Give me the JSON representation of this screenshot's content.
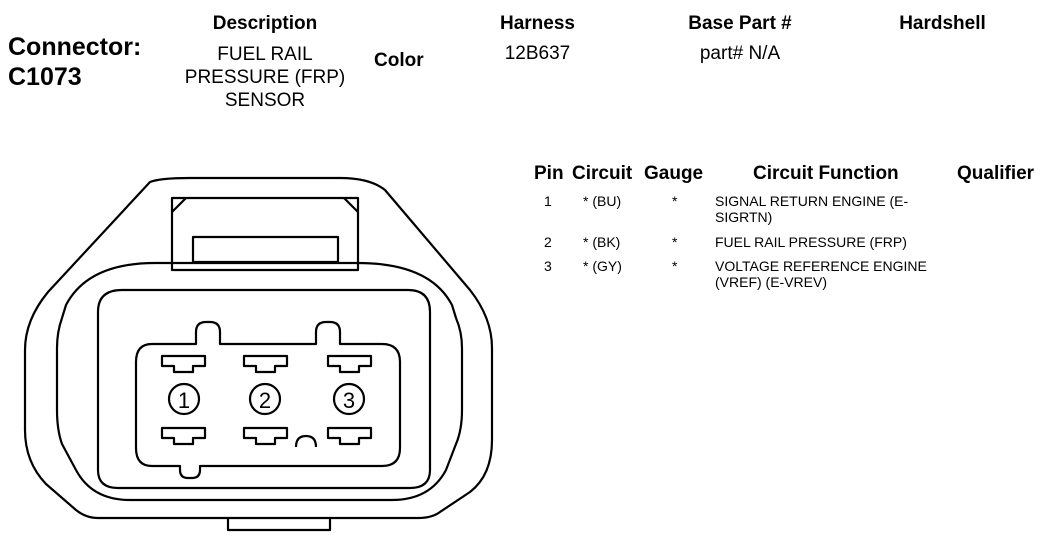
{
  "connector": {
    "label_line1": "Connector:",
    "label_line2": "C1073"
  },
  "header": {
    "description_label": "Description",
    "description_value": "FUEL RAIL PRESSURE (FRP) SENSOR",
    "color_label": "Color",
    "harness_label": "Harness",
    "harness_value": "12B637",
    "base_part_label": "Base Part #",
    "base_part_value": "part# N/A",
    "hardshell_label": "Hardshell"
  },
  "pin_table": {
    "columns": [
      "Pin",
      "Circuit",
      "Gauge",
      "Circuit Function",
      "Qualifier"
    ],
    "rows": [
      {
        "pin": "1",
        "circuit": "* (BU)",
        "gauge": "*",
        "function": "SIGNAL RETURN ENGINE (E-SIGRTN)",
        "qualifier": ""
      },
      {
        "pin": "2",
        "circuit": "* (BK)",
        "gauge": "*",
        "function": "FUEL RAIL PRESSURE (FRP)",
        "qualifier": ""
      },
      {
        "pin": "3",
        "circuit": "* (GY)",
        "gauge": "*",
        "function": "VOLTAGE REFERENCE ENGINE (VREF) (E-VREV)",
        "qualifier": ""
      }
    ]
  },
  "diagram": {
    "pin_labels": [
      "1",
      "2",
      "3"
    ]
  }
}
